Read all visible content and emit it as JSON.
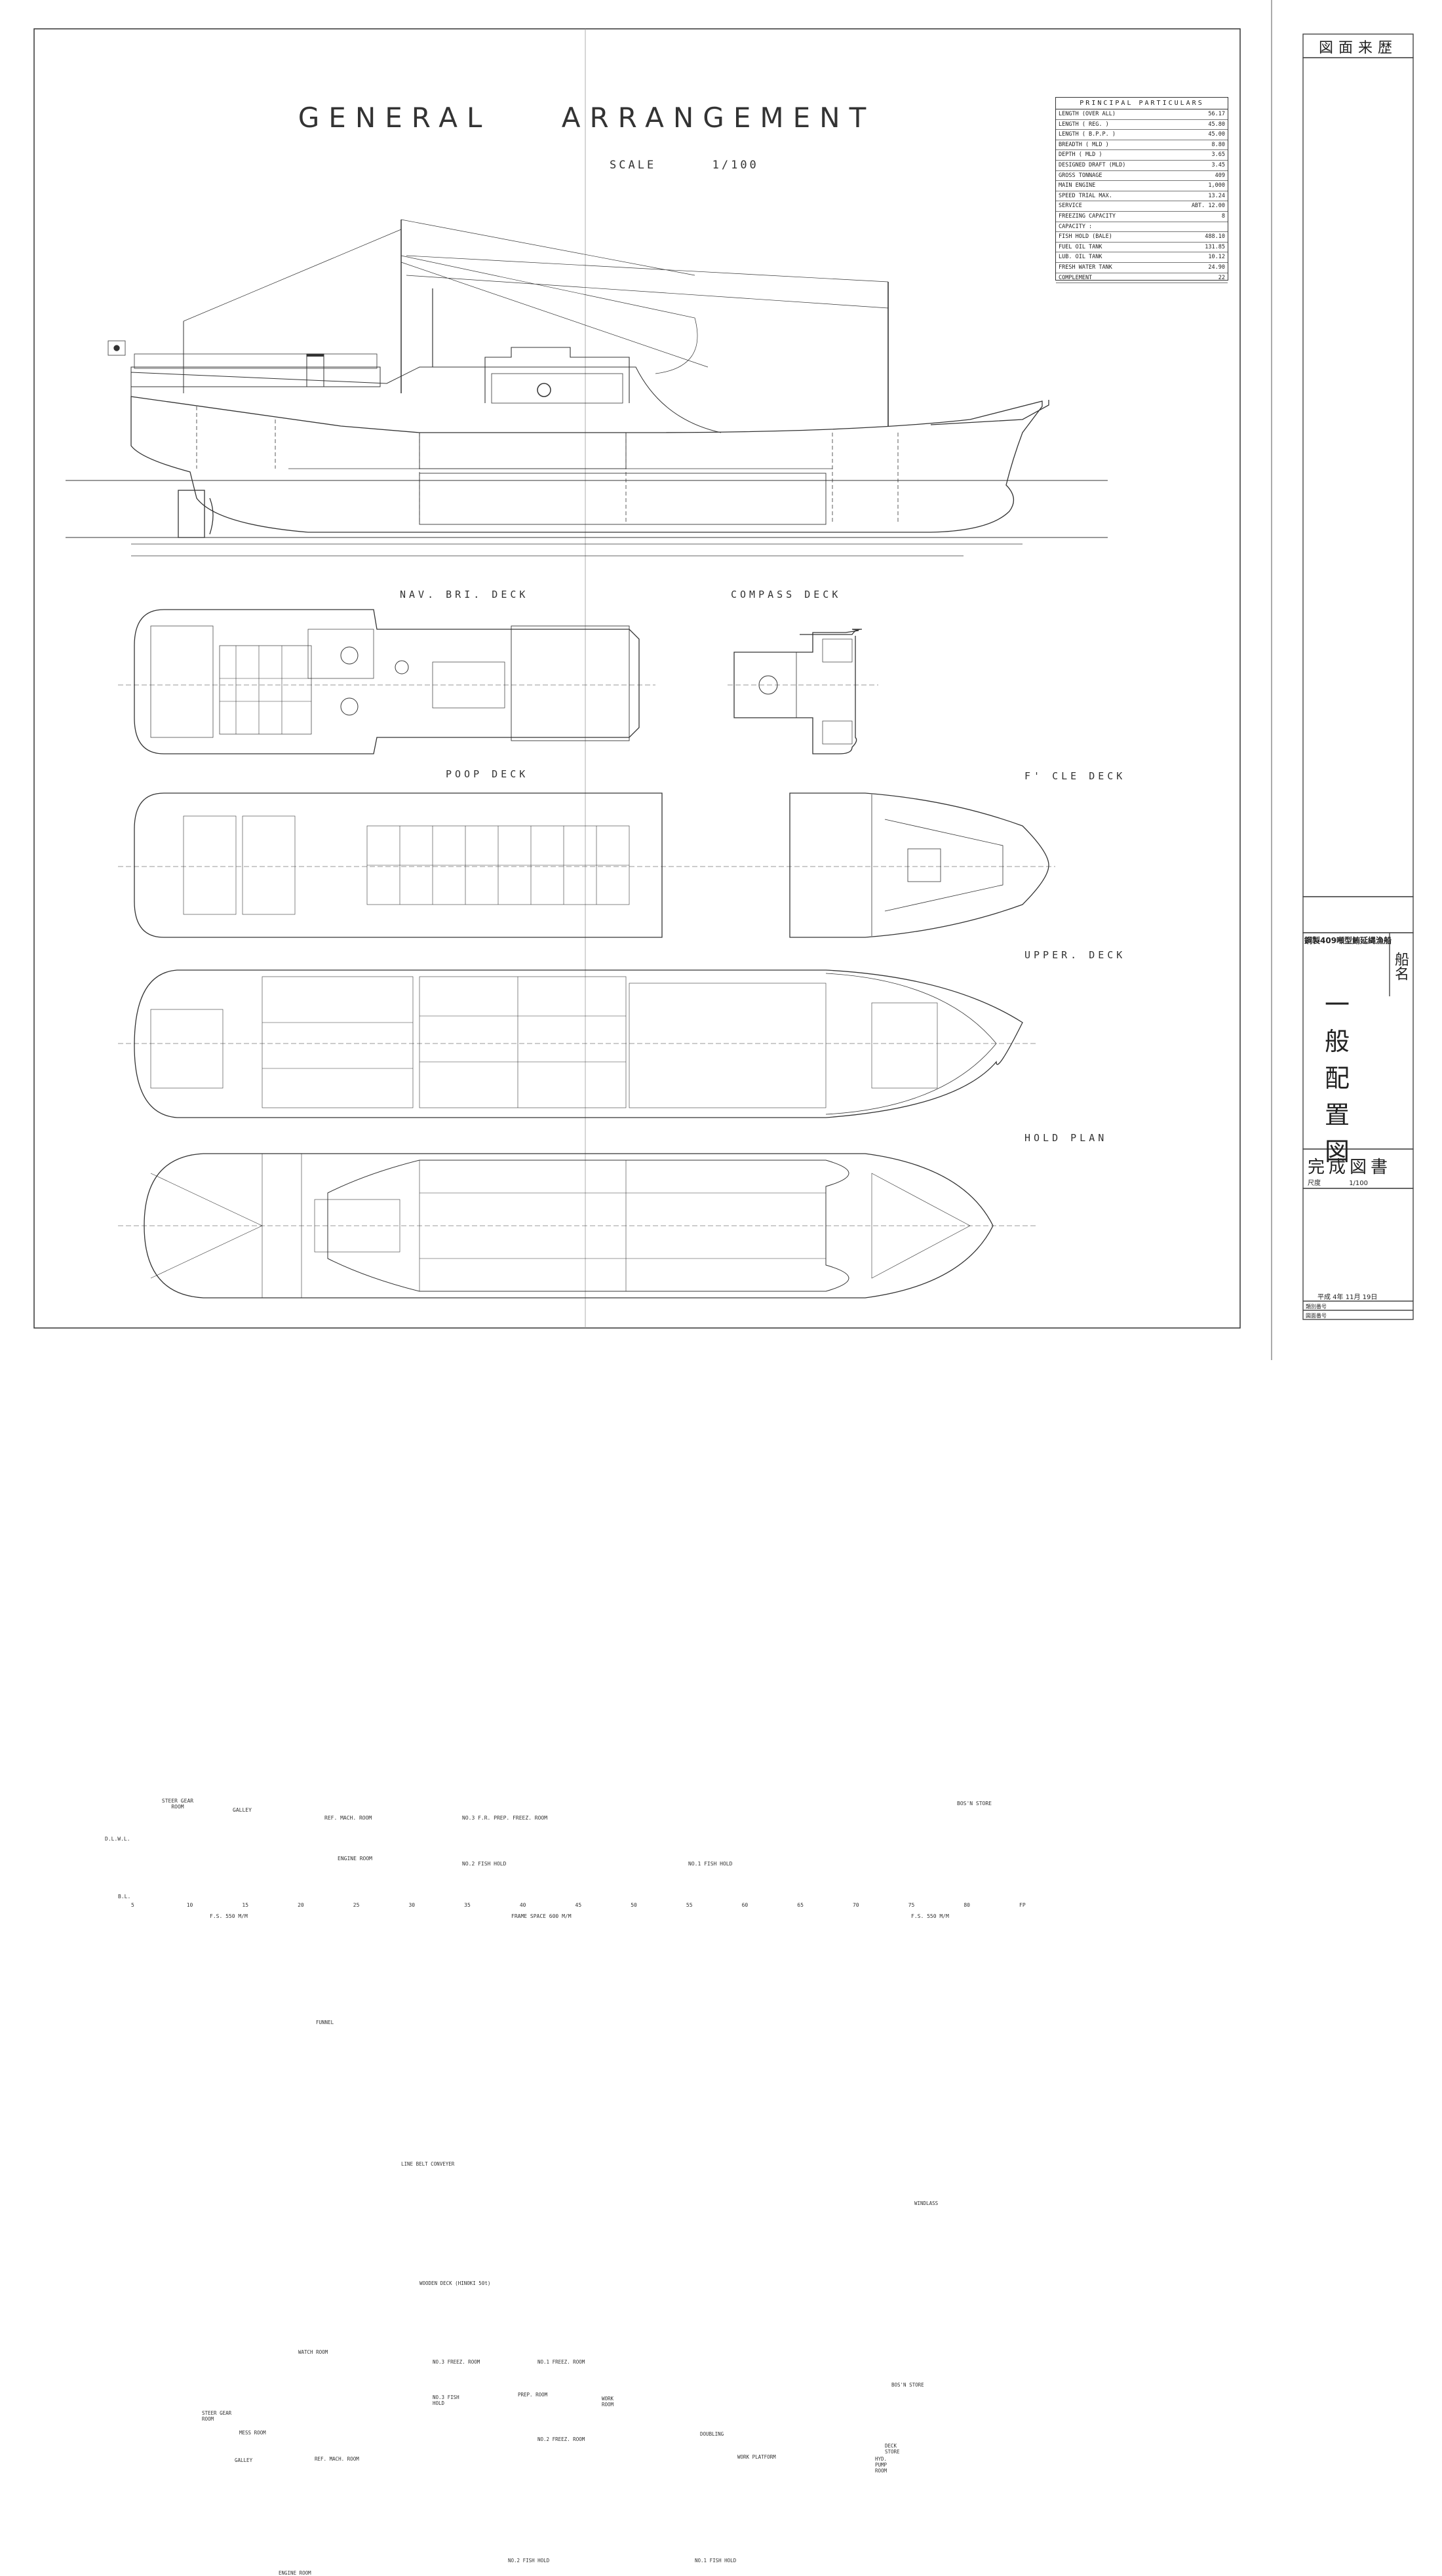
{
  "title": {
    "word1": "GENERAL",
    "word2": "ARRANGEMENT"
  },
  "scale": {
    "label": "SCALE",
    "value": "1/100"
  },
  "principal_particulars": {
    "heading": "PRINCIPAL PARTICULARS",
    "rows": [
      {
        "label": "LENGTH (OVER ALL)",
        "value": "56.17"
      },
      {
        "label": "LENGTH ( REG. )",
        "value": "45.80"
      },
      {
        "label": "LENGTH ( B.P.P. )",
        "value": "45.00"
      },
      {
        "label": "BREADTH ( MLD )",
        "value": "8.80"
      },
      {
        "label": "DEPTH ( MLD )",
        "value": "3.65"
      },
      {
        "label": "DESIGNED DRAFT (MLD)",
        "value": "3.45"
      },
      {
        "label": "GROSS TONNAGE",
        "value": "409"
      },
      {
        "label": "MAIN ENGINE",
        "value": "1,000"
      },
      {
        "label": "SPEED TRIAL MAX.",
        "value": "13.24"
      },
      {
        "label": "SERVICE",
        "value": "ABT. 12.00"
      },
      {
        "label": "FREEZING CAPACITY",
        "value": "8"
      },
      {
        "label": "CAPACITY :",
        "value": ""
      },
      {
        "label": "FISH HOLD (BALE)",
        "value": "488.10"
      },
      {
        "label": "FUEL OIL TANK",
        "value": "131.85"
      },
      {
        "label": "LUB. OIL TANK",
        "value": "10.12"
      },
      {
        "label": "FRESH WATER TANK",
        "value": "24.90"
      },
      {
        "label": "COMPLEMENT",
        "value": "22"
      }
    ]
  },
  "views": {
    "nav_bri_deck": "NAV. BRI. DECK",
    "compass_deck": "COMPASS DECK",
    "poop_deck": "POOP DECK",
    "fcle_deck": "F' CLE DECK",
    "upper_deck": "UPPER. DECK",
    "hold_plan": "HOLD PLAN"
  },
  "profile_labels": {
    "steer_gear_room": "STEER GEAR ROOM",
    "galley": "GALLEY",
    "ref_mach_room": "REF. MACH. ROOM",
    "freez_room": "NO.3 F.R. PREP. FREEZ. ROOM",
    "engine_room": "ENGINE ROOM",
    "no2_fish_hold": "NO.2 FISH HOLD",
    "no1_fish_hold": "NO.1 FISH HOLD",
    "bosn_store": "BOS'N STORE",
    "dlwl": "D.L.W.L.",
    "bl": "B.L.",
    "frame_space_aft": "F.S. 550 M/M",
    "frame_space_mid": "FRAME SPACE 600 M/M",
    "frame_space_fwd": "F.S. 550 M/M",
    "frame_numbers": [
      "5",
      "10",
      "15",
      "20",
      "25",
      "30",
      "35",
      "40",
      "45",
      "50",
      "55",
      "60",
      "65",
      "70",
      "75",
      "80",
      "FP"
    ]
  },
  "plan_labels": {
    "funnel": "FUNNEL",
    "poop_deck_sub": "LINE BELT CONVEYER",
    "wooden_deck": "WOODEN DECK (HINOKI 50t)",
    "windlass": "WINDLASS",
    "watch_room": "WATCH ROOM",
    "mess_room": "MESS ROOM",
    "galley": "GALLEY",
    "ref_mach": "REF. MACH. ROOM",
    "steer_gear": "STEER GEAR ROOM",
    "no3_freez": "NO.3 FREEZ. ROOM",
    "no1_freez": "NO.1 FREEZ. ROOM",
    "no2_freez": "NO.2 FREEZ. ROOM",
    "prep_room": "PREP. ROOM",
    "no3_fish_hold": "NO.3 FISH HOLD",
    "work_room": "WORK ROOM",
    "doubling": "DOUBLING",
    "work_platform": "WORK PLATFORM",
    "bosn_store": "BOS'N STORE",
    "deck_store": "DECK STORE",
    "hyd_pump": "HYD. PUMP ROOM",
    "hold_engine": "ENGINE ROOM",
    "hold_no2": "NO.2 FISH HOLD",
    "hold_no1": "NO.1 FISH HOLD"
  },
  "title_block": {
    "revision_header": "図面来歴",
    "ship_type": "鋼製409噸型鮪延縄漁船",
    "ship_name_label": "船名",
    "drawing_title": [
      "一",
      "般",
      "配",
      "置",
      "図"
    ],
    "doc_type": "完成図書",
    "scale_label": "尺度",
    "scale_value": "1/100",
    "date": "平成 4年 11月 19日",
    "class_no_label": "類別番号",
    "drawing_no_label": "図面番号"
  }
}
